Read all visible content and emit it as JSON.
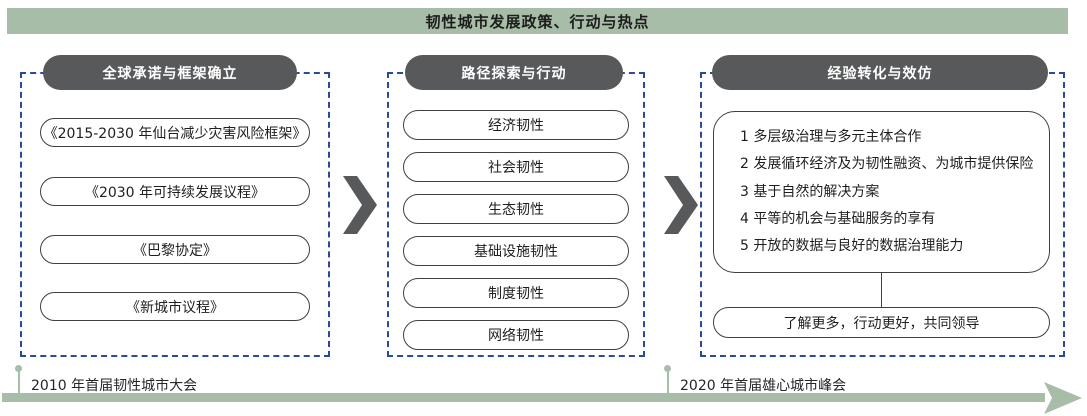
{
  "title": "韧性城市发展政策、行动与热点",
  "columns": [
    {
      "header": "全球承诺与框架确立",
      "items": [
        "《2015-2030 年仙台减少灾害风险框架》",
        "《2030 年可持续发展议程》",
        "《巴黎协定》",
        "《新城市议程》"
      ]
    },
    {
      "header": "路径探索与行动",
      "items": [
        "经济韧性",
        "社会韧性",
        "生态韧性",
        "基础设施韧性",
        "制度韧性",
        "网络韧性"
      ]
    },
    {
      "header": "经验转化与效仿",
      "items": [
        "1 多层级治理与多元主体合作",
        "2 发展循环经济及为韧性融资、为城市提供保险",
        "3 基于自然的解决方案",
        "4 平等的机会与基础服务的享有",
        "5 开放的数据与良好的数据治理能力"
      ],
      "footer": "了解更多，行动更好，共同领导"
    }
  ],
  "timeline": {
    "events": [
      {
        "label": "2010 年首届韧性城市大会"
      },
      {
        "label": "2020 年首届雄心城市峰会"
      }
    ]
  },
  "colors": {
    "band_green": "#a8bda8",
    "dark_gray": "#58595b",
    "dashed_blue": "#2b4a9e",
    "box_border": "#404040",
    "text_dark": "#1f1f1f"
  }
}
